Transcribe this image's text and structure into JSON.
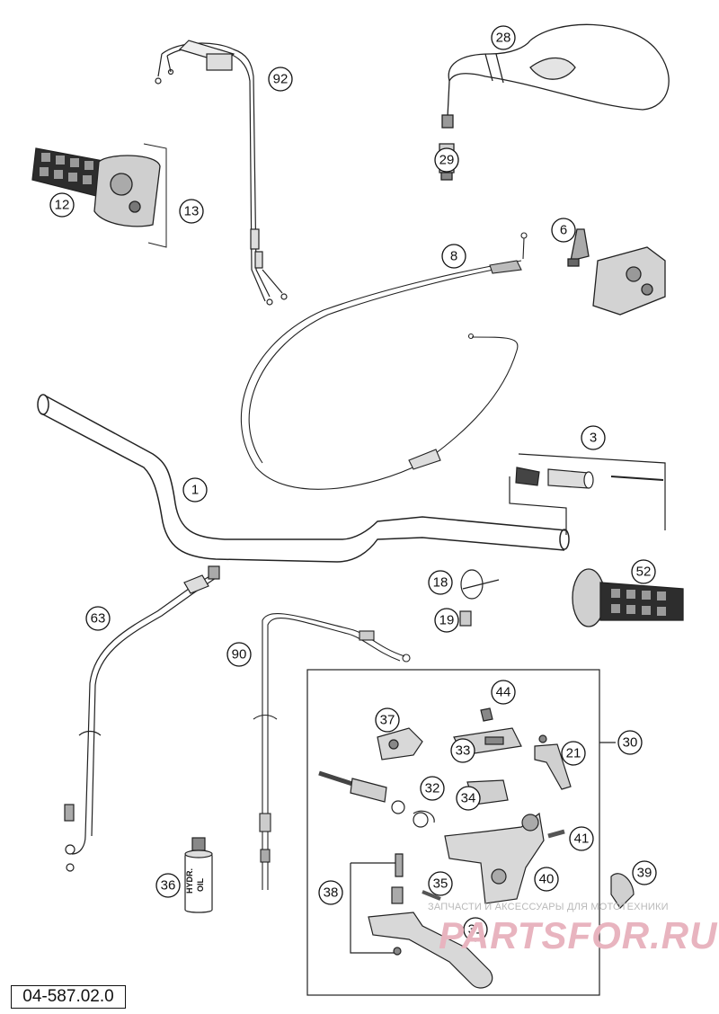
{
  "diagram": {
    "drawing_code": "04-587.02.0",
    "callouts": [
      "28",
      "92",
      "29",
      "12",
      "13",
      "8",
      "6",
      "1",
      "3",
      "18",
      "52",
      "63",
      "19",
      "90",
      "44",
      "37",
      "30",
      "33",
      "21",
      "32",
      "34",
      "41",
      "40",
      "39",
      "36",
      "35",
      "38",
      "31"
    ]
  },
  "watermark": {
    "caption": "ЗАПЧАСТИ И АКСЕССУАРЫ ДЛЯ МОТОТЕХНИКИ",
    "logo": "PARTSFOR.RU",
    "logo_color": "#e8b4bf"
  },
  "bottle": {
    "label_line1": "HYDR.",
    "label_line2": "OIL"
  }
}
